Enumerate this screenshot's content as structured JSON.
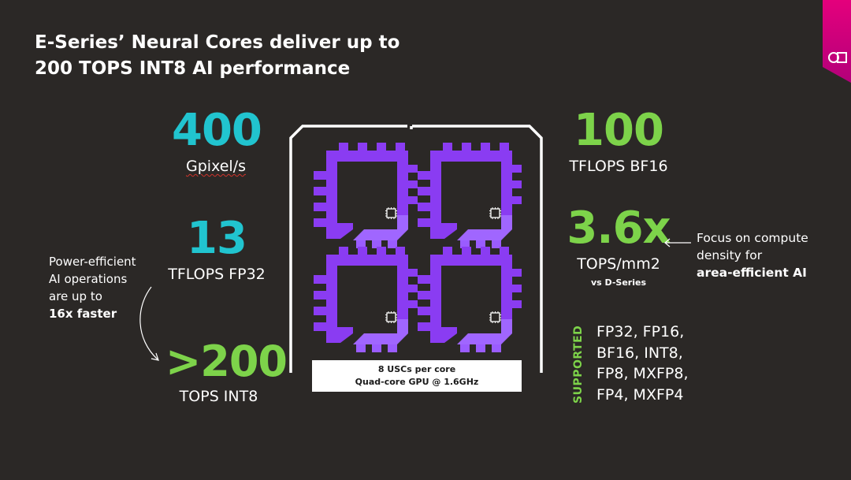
{
  "title": {
    "line1": "E-Series’ Neural Cores deliver up to",
    "line2": "200 TOPS INT8 AI performance"
  },
  "colors": {
    "background": "#2b2826",
    "cyan": "#21c4cf",
    "green": "#7dd34a",
    "purple": "#8a3cf2",
    "magenta": "#e4007c"
  },
  "stats": {
    "gpixel": {
      "value": "400",
      "unit": "Gpixel/s"
    },
    "fp32": {
      "value": "13",
      "unit": "TFLOPS FP32"
    },
    "int8": {
      "value": ">200",
      "unit": "TOPS INT8"
    },
    "bf16": {
      "value": "100",
      "unit": "TFLOPS BF16"
    },
    "density": {
      "value": "3.6x",
      "unit": "TOPS/mm2",
      "sub": "vs D-Series"
    }
  },
  "notes": {
    "power": {
      "line1": "Power-efficient",
      "line2": "AI operations",
      "line3": "are up to",
      "bold": "16x faster"
    },
    "density": {
      "line1": "Focus on compute",
      "line2": "density for",
      "bold": "area-efficient AI"
    }
  },
  "chip": {
    "caption_line1": "8 USCs per core",
    "caption_line2": "Quad-core GPU @ 1.6GHz"
  },
  "supported": {
    "label": "SUPPORTED",
    "lines": [
      "FP32, FP16,",
      "BF16, INT8,",
      "FP8, MXFP8,",
      "FP4, MXFP4"
    ]
  },
  "icons": {
    "logo": "imagination-logo-icon",
    "chip": "gpu-core-icon",
    "arrow": "arrow-left-icon"
  }
}
